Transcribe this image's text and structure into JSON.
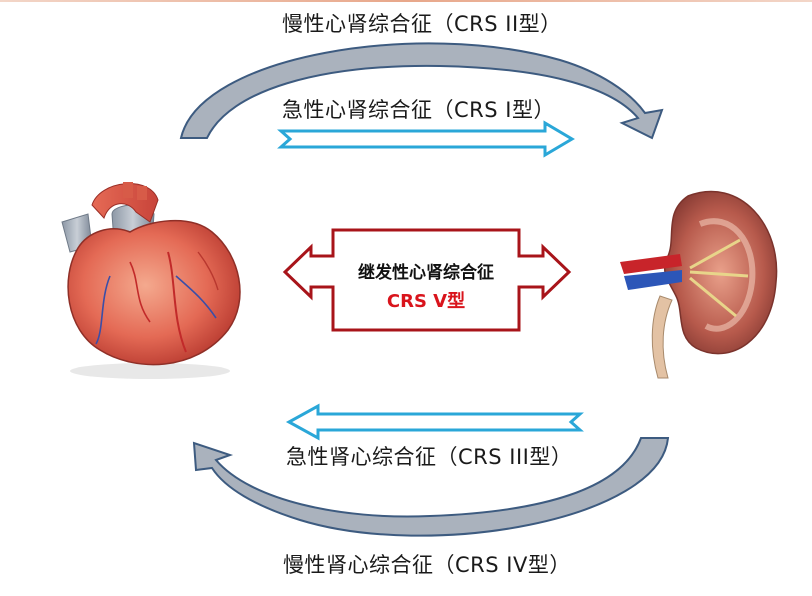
{
  "labels": {
    "chronic_cardiorenal": "慢性心肾综合征（CRS II型）",
    "acute_cardiorenal": "急性心肾综合征（CRS I型）",
    "acute_renocardiac": "急性肾心综合征（CRS III型）",
    "chronic_renocardiac": "慢性肾心综合征（CRS IV型）",
    "secondary_title": "继发性心肾综合征",
    "secondary_type": "CRS V型"
  },
  "colors": {
    "curved_arrow_fill": "#aab2bd",
    "curved_arrow_stroke": "#3d5b80",
    "straight_arrow_stroke": "#2aa7d8",
    "double_arrow_stroke": "#a8141a",
    "crs5_text": "#d9141c"
  }
}
